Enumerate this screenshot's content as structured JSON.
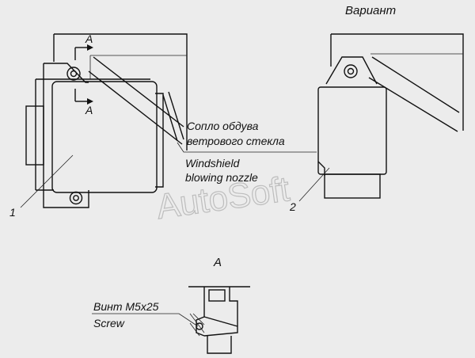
{
  "labels": {
    "variant": "Вариант",
    "section_a_top": "A",
    "section_a_bottom": "A",
    "nozzle_ru_1": "Сопло обдува",
    "nozzle_ru_2": "ветрового стекла",
    "nozzle_en_1": "Windshield",
    "nozzle_en_2": "blowing nozzle",
    "callout_1": "1",
    "callout_2": "2",
    "view_a_title": "A",
    "screw_ru": "Винт М5х25",
    "screw_en": "Screw"
  },
  "watermark": "AutoSoft"
}
